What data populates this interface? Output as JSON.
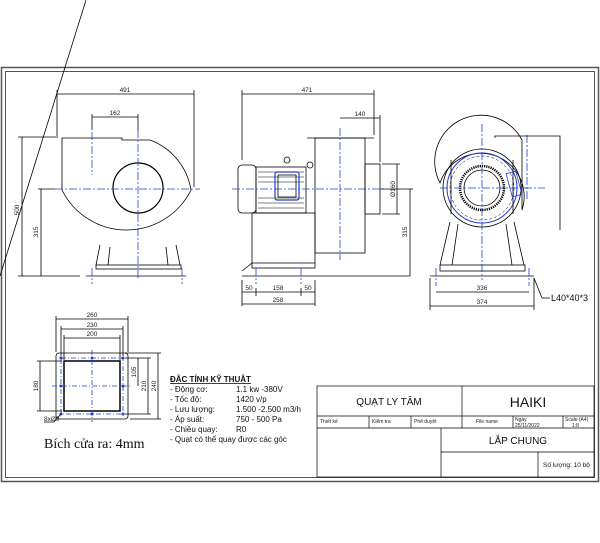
{
  "drawing": {
    "type": "engineering-drawing",
    "subject": "Centrifugal fan general assembly",
    "line_color": "#000000",
    "centerline_color": "#1f3fd6"
  },
  "front_view": {
    "dims": {
      "overall_width": "491",
      "outlet_offset": "162",
      "overall_height": "500",
      "shaft_height": "315"
    }
  },
  "side_view": {
    "dims": {
      "overall_length": "471",
      "inlet_length": "140",
      "inlet_diameter": "Ø160",
      "shaft_height": "315",
      "base_left": "50",
      "base_mid": "158",
      "base_right": "50",
      "base_total": "258"
    }
  },
  "rear_view": {
    "dims": {
      "base_inner": "336",
      "base_outer": "374"
    },
    "angle_label": "L40*40*3"
  },
  "flange_view": {
    "dims": {
      "outer_w": "260",
      "mid_w": "230",
      "inner_w": "200",
      "left_h": "180",
      "half_h": "105",
      "mid_h": "210",
      "outer_h": "240"
    },
    "holes": "8xØ9",
    "note": "Bích cửa ra: 4mm"
  },
  "specs": {
    "title": "ĐẶC TÍNH KỸ THUẬT",
    "rows": [
      {
        "label": "- Động cơ:",
        "value": "1.1 kw -380V"
      },
      {
        "label": "- Tốc độ:",
        "value": "1420 v/p"
      },
      {
        "label": "- Lưu lượng:",
        "value": "1.500 -2.500 m3/h"
      },
      {
        "label": "- Áp suất:",
        "value": "750 - 500 Pa"
      },
      {
        "label": "- Chiều quay:",
        "value": "R0"
      }
    ],
    "footnote": "- Quạt có thể quay được các góc"
  },
  "title_block": {
    "product": "QUẠT LY TÂM",
    "company": "HAIKI",
    "designer_label": "Thiết kế",
    "checker_label": "Kiểm tra",
    "approver_label": "Phê duyệt",
    "file_label": "File name",
    "date_label": "Ngày",
    "date_value": "25/11/2022",
    "scale_label": "Scale (A4)",
    "scale_value": "1:8",
    "sheet_title": "LẮP CHUNG",
    "quantity": "Số lượng: 10 bộ"
  }
}
